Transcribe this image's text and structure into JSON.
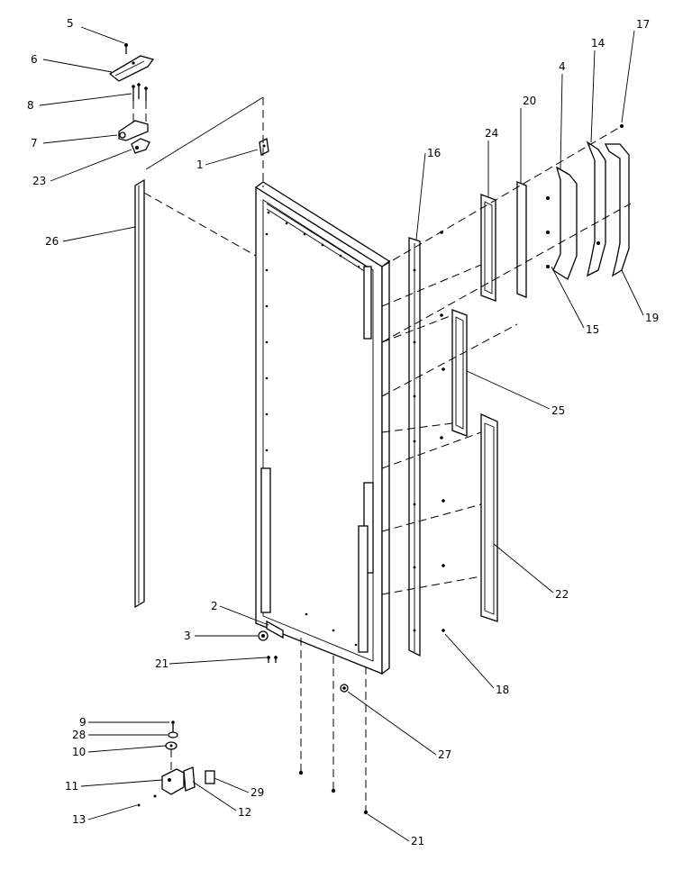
{
  "callouts": {
    "c1": "1",
    "c2": "2",
    "c3": "3",
    "c4": "4",
    "c5": "5",
    "c6": "6",
    "c7": "7",
    "c8": "8",
    "c9": "9",
    "c10": "10",
    "c11": "11",
    "c12": "12",
    "c13": "13",
    "c14": "14",
    "c15": "15",
    "c16": "16",
    "c17": "17",
    "c18": "18",
    "c19": "19",
    "c20": "20",
    "c21a": "21",
    "c21b": "21",
    "c22": "22",
    "c23": "23",
    "c24": "24",
    "c25": "25",
    "c26": "26",
    "c27": "27",
    "c28": "28",
    "c29": "29"
  }
}
